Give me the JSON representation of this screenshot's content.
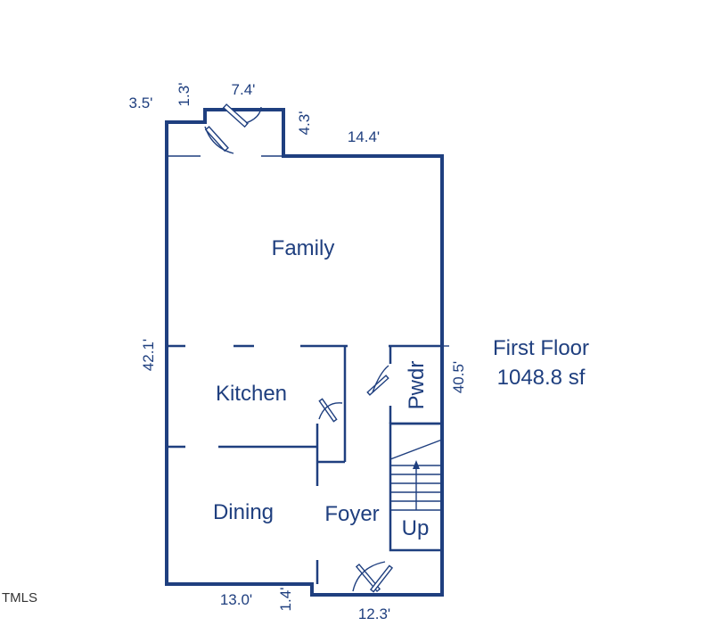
{
  "rooms": {
    "family": "Family",
    "kitchen": "Kitchen",
    "dining": "Dining",
    "foyer": "Foyer",
    "powder": "Pwdr",
    "stairs": "Up"
  },
  "floor_info": {
    "name": "First Floor",
    "area": "1048.8 sf"
  },
  "dimensions": {
    "top_left_width": "3.5'",
    "top_left_depth": "1.3'",
    "bay_width": "7.4'",
    "bay_depth": "4.3'",
    "top_right_width": "14.4'",
    "left_length": "42.1'",
    "right_length": "40.5'",
    "bottom_left_width": "13.0'",
    "bottom_notch_depth": "1.4'",
    "bottom_right_width": "12.3'"
  },
  "brand": "TMLS",
  "colors": {
    "walls": "#1f3f7f",
    "text": "#1f3f7f",
    "background": "#ffffff"
  }
}
